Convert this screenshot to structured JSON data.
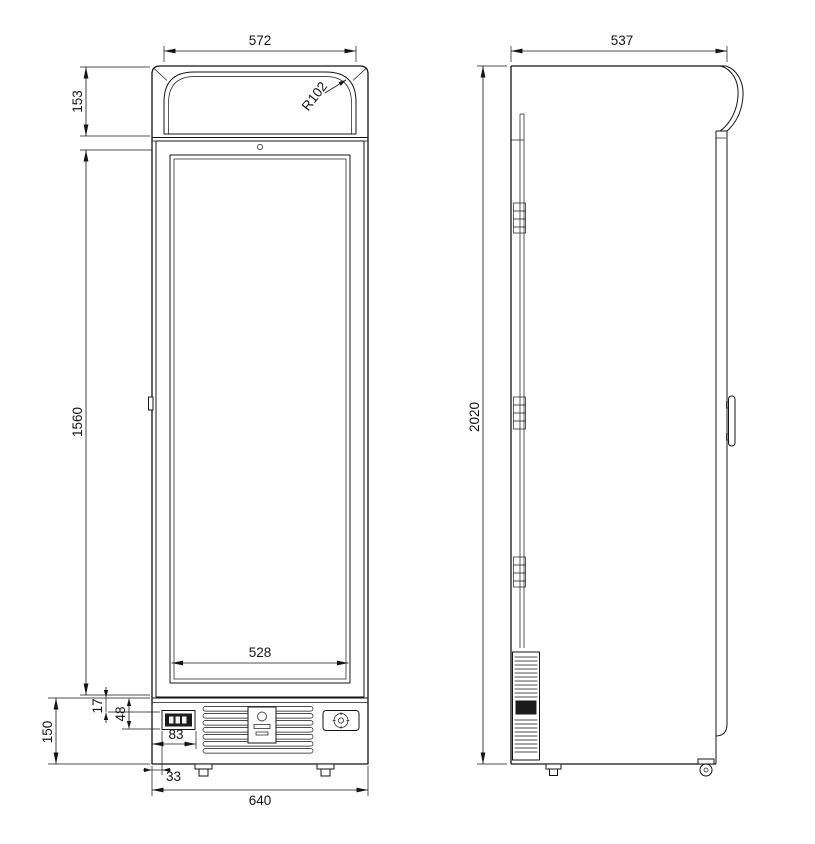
{
  "drawing": {
    "kind": "technical-dimension-drawing",
    "views": {
      "front": {
        "dims": {
          "sign_width": "572",
          "sign_corner_radius": "R102",
          "sign_height": "153",
          "door_height": "1560",
          "base_height": "150",
          "ctrl_offset_top": "17",
          "ctrl_offset_bottom": "48",
          "ctrl_width": "83",
          "ctrl_left_inset": "33",
          "glass_width": "528",
          "overall_width": "640"
        }
      },
      "side": {
        "dims": {
          "depth": "537",
          "overall_height": "2020"
        }
      }
    }
  }
}
